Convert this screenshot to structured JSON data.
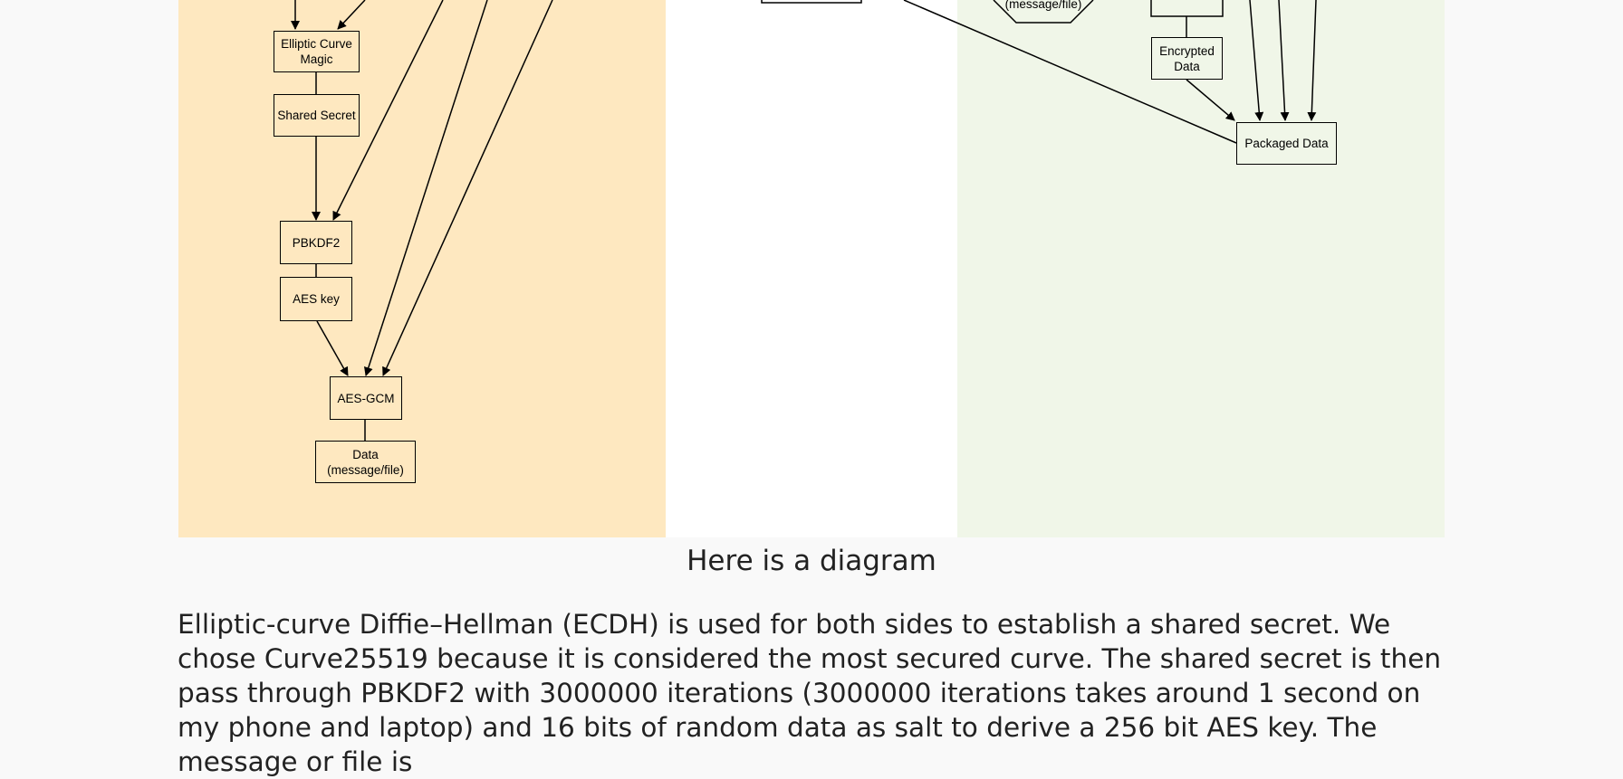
{
  "diagram": {
    "left": {
      "elliptic_curve": "Elliptic Curve\nMagic",
      "shared_secret": "Shared Secret",
      "pbkdf2": "PBKDF2",
      "aes_key": "AES key",
      "aes_gcm": "AES-GCM",
      "data": "Data\n(message/file)"
    },
    "right": {
      "data_partial": "(message/file)",
      "encrypted_data": "Encrypted\nData",
      "packaged_data": "Packaged Data"
    }
  },
  "caption": "Here is a diagram",
  "paragraph": "Elliptic-curve Diffie–Hellman (ECDH) is used for both sides to establish a shared secret. We chose Curve25519 because it is considered the most secured curve. The shared secret is then pass through PBKDF2 with 3000000 iterations (3000000 iterations takes around 1 second on my phone and laptop) and 16 bits of random data as salt to derive a 256 bit AES key. The message or file is"
}
